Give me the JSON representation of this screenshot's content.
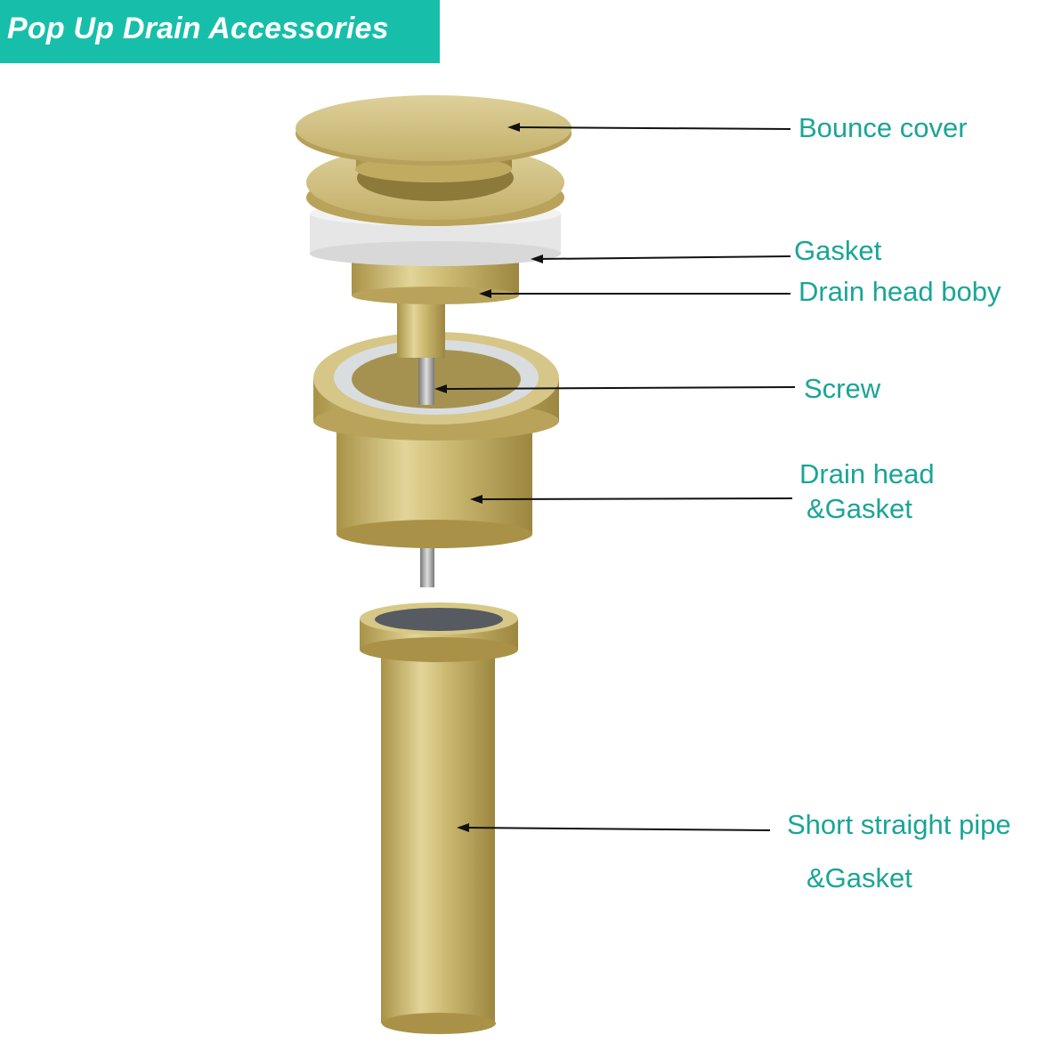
{
  "title": "Pop Up Drain Accessories",
  "colors": {
    "banner": "#17bfab",
    "label": "#1aa596",
    "brass": "#c8b46a"
  },
  "labels": {
    "bounce_cover": "Bounce cover",
    "gasket": "Gasket",
    "drain_head_body": "Drain head boby",
    "screw": "Screw",
    "drain_head_line1": "Drain head",
    "drain_head_line2": "&Gasket",
    "pipe_line1": "Short straight pipe",
    "pipe_line2": "&Gasket"
  }
}
